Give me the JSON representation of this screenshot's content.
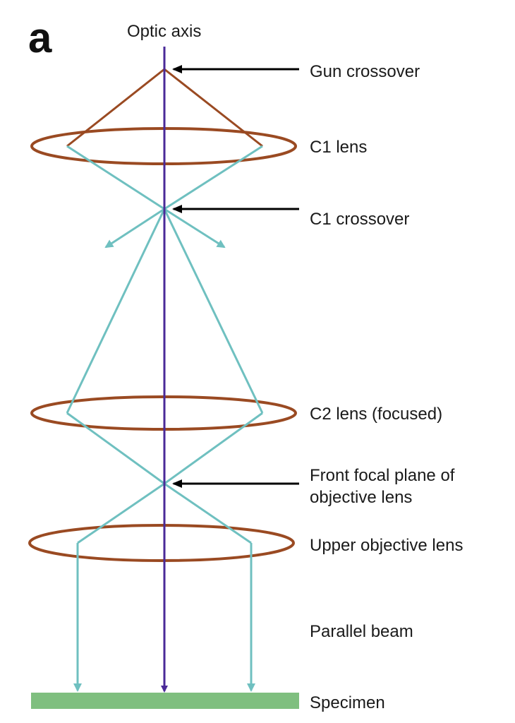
{
  "panel_letter": "a",
  "axis_label": "Optic axis",
  "labels": {
    "gun_crossover": "Gun crossover",
    "c1_lens": "C1 lens",
    "c1_crossover": "C1 crossover",
    "c2_lens": "C2 lens (focused)",
    "front_focal_line1": "Front focal plane of",
    "front_focal_line2": "objective lens",
    "upper_objective": "Upper objective lens",
    "parallel_beam": "Parallel beam",
    "specimen": "Specimen"
  },
  "colors": {
    "optic_axis": "#4a2a98",
    "lens": "#9a4a22",
    "gun_rays": "#9a4a22",
    "beam_rays": "#6fc0c0",
    "specimen": "#7fbf7f",
    "pointer_arrows": "#000000"
  }
}
